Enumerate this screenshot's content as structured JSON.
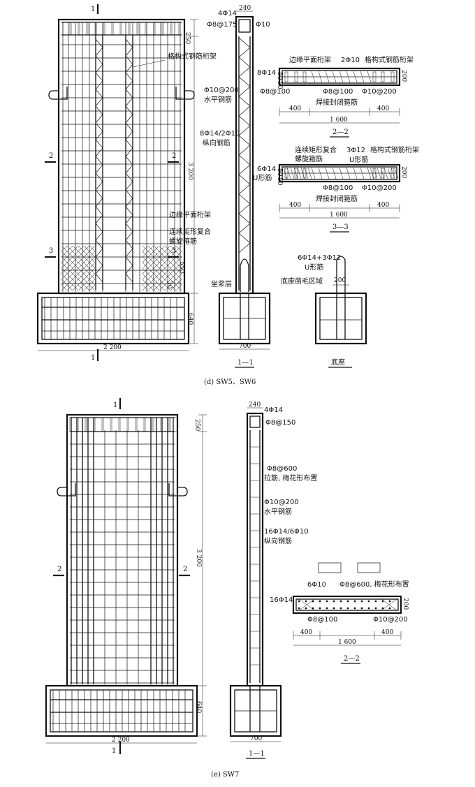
{
  "figure_d": {
    "caption": "(d) SW5、SW6",
    "elevation": {
      "section_mark_top": "1",
      "section_mark_bottom": "1",
      "section_mark_left_2": "2",
      "section_mark_right_2": "2",
      "section_mark_left_3": "3",
      "section_mark_right_3": "3",
      "dim_top": "250",
      "dim_height": "3 200",
      "dim_550": "550",
      "dim_30": "30",
      "dim_640": "640",
      "dim_width": "2 200",
      "label_lattice_truss": "格构式钢筋桁架",
      "label_edge_truss": "边缘平面桁架",
      "label_spiral_1": "连续矩形复合",
      "label_spiral_2": "螺旋箍筋"
    },
    "section_1_1": {
      "title": "1—1",
      "dim_240": "240",
      "dim_700": "700",
      "label_4phi14": "4Φ14",
      "label_phi8_175": "Φ8@175",
      "label_phi10": "Φ10",
      "label_phi10_200": "Φ10@200",
      "label_horizontal": "水平钢筋",
      "label_8phi14": "8Φ14/2Φ10",
      "label_longitudinal": "纵向钢筋",
      "label_grout": "坐浆层"
    },
    "section_2_2": {
      "title": "2—2",
      "label_edge_truss": "边缘平面桁架",
      "label_2phi10": "2Φ10",
      "label_lattice": "格构式钢筋桁架",
      "label_8phi14": "8Φ14",
      "label_phi8_100a": "Φ8@100",
      "label_phi8_100b": "Φ8@100",
      "label_phi10_200": "Φ10@200",
      "label_weld": "焊接封闭箍筋",
      "dim_50a": "50",
      "dim_50b": "50",
      "dim_200": "200",
      "dim_400a": "400",
      "dim_400b": "400",
      "dim_1600": "1 600"
    },
    "section_3_3": {
      "title": "3—3",
      "label_spiral_1": "连续矩形复合",
      "label_spiral_2": "螺旋箍筋",
      "label_3phi12": "3Φ12",
      "label_u": "U形筋",
      "label_lattice": "格构式钢筋桁架",
      "label_6phi14": "6Φ14",
      "label_u_left": "U形筋",
      "label_phi8_100": "Φ8@100",
      "label_phi10_200": "Φ10@200",
      "label_weld": "焊接封闭箍筋",
      "dim_50a": "50",
      "dim_50b": "50",
      "dim_200": "200",
      "dim_400a": "400",
      "dim_400b": "400",
      "dim_1600": "1 600"
    },
    "base_detail": {
      "title": "底座",
      "label_bars": "6Φ14+3Φ12",
      "label_u": "U形筋",
      "label_rough": "底座凿毛区域",
      "dim_200": "200"
    }
  },
  "figure_e": {
    "caption": "(e) SW7",
    "elevation": {
      "section_mark_top": "1",
      "section_mark_bottom": "1",
      "section_mark_left_2": "2",
      "section_mark_right_2": "2",
      "dim_top": "250",
      "dim_height": "3 200",
      "dim_640": "640",
      "dim_width": "2 200"
    },
    "section_1_1": {
      "title": "1—1",
      "dim_240": "240",
      "dim_700": "700",
      "label_4phi14": "4Φ14",
      "label_phi8_150": "Φ8@150",
      "label_phi8_600": "Φ8@600",
      "label_tie": "拉筋, 梅花形布置",
      "label_phi10_200": "Φ10@200",
      "label_horizontal": "水平钢筋",
      "label_16phi14": "16Φ14/6Φ10",
      "label_longitudinal": "纵向钢筋"
    },
    "section_2_2": {
      "title": "2—2",
      "label_6phi10": "6Φ10",
      "label_phi8_600": "Φ8@600, 梅花形布置",
      "label_16phi14": "16Φ14",
      "label_phi8_100": "Φ8@100",
      "label_phi10_200": "Φ10@200",
      "dim_200": "200",
      "dim_400a": "400",
      "dim_400b": "400",
      "dim_1600": "1 600"
    }
  }
}
